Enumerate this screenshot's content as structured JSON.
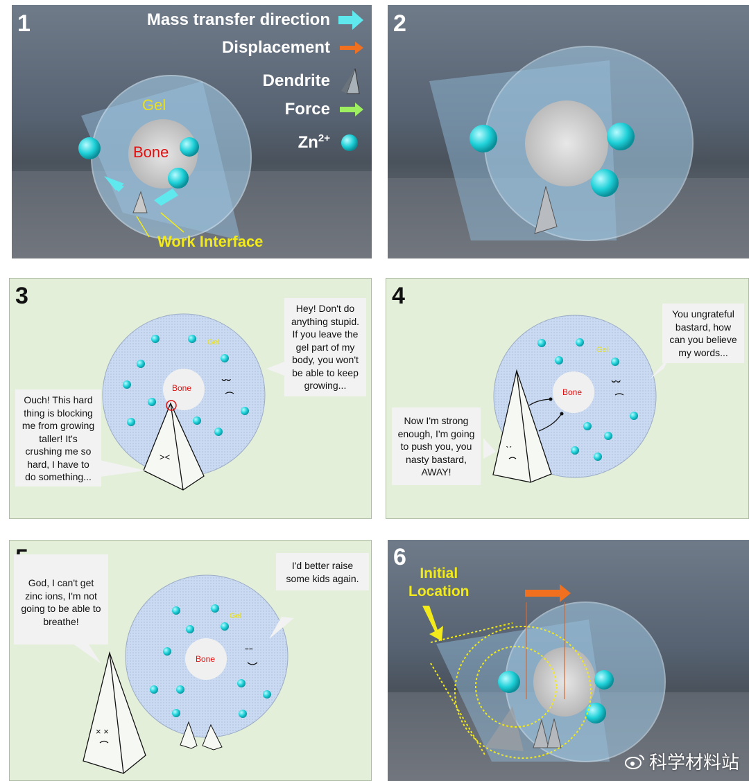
{
  "panels": [
    {
      "number": "1"
    },
    {
      "number": "2"
    },
    {
      "number": "3"
    },
    {
      "number": "4"
    },
    {
      "number": "5"
    },
    {
      "number": "6"
    }
  ],
  "legend": {
    "mass_transfer": "Mass transfer direction",
    "displacement": "Displacement",
    "dendrite": "Dendrite",
    "force": "Force",
    "zn_base": "Zn",
    "zn_sup": "2+"
  },
  "labels": {
    "gel": "Gel",
    "bone": "Bone",
    "work_interface": "Work Interface",
    "initial_location": "Initial\nLocation"
  },
  "bubbles": {
    "p3_right": "Hey! Don't do anything stupid. If you leave the gel part of my body, you won't be able to keep growing...",
    "p3_left": "Ouch! This hard thing is blocking me from growing taller! It's crushing me so hard, I have to do something...",
    "p4_right": "You ungrateful bastard, how can you believe my words...",
    "p4_left": "Now I'm strong enough, I'm going to push you, you nasty bastard, AWAY!",
    "p5_left": "God, I can't get zinc ions, I'm not going to be able to breathe!",
    "p5_right": "I'd better raise some kids again."
  },
  "watermark": "科学材料站",
  "colors": {
    "ion": "#1fd0d8",
    "bone_label": "#e01010",
    "gel_label": "#e8e020",
    "work_interface": "#f2ea1a",
    "mass_transfer_arrow": "#5fe8ee",
    "displacement_arrow": "#f07020",
    "force_arrow": "#9ef060",
    "gel_disc": "#c9daf2"
  }
}
